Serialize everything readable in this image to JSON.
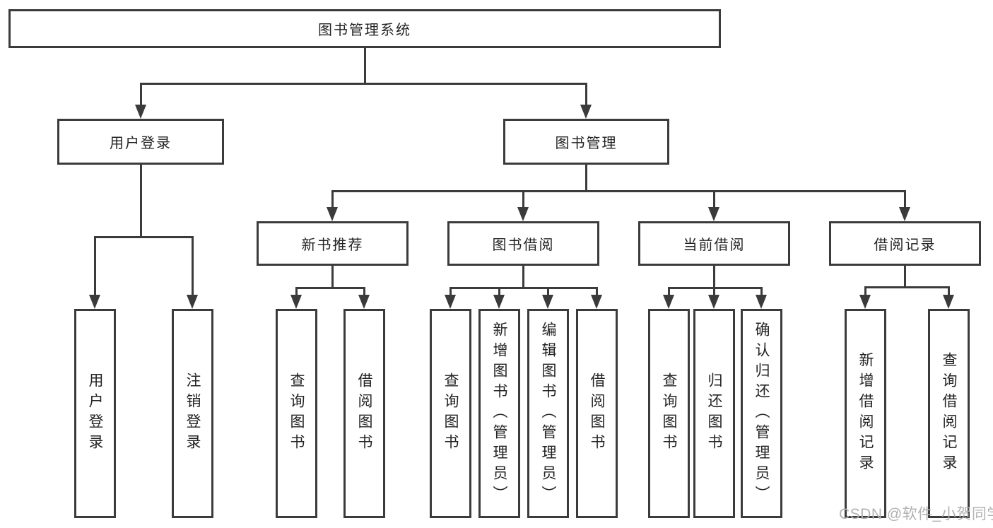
{
  "nodes": {
    "root": {
      "label": "图书管理系统"
    },
    "level2": [
      {
        "label": "用户登录"
      },
      {
        "label": "图书管理"
      }
    ],
    "level3": [
      {
        "label": "新书推荐"
      },
      {
        "label": "图书借阅"
      },
      {
        "label": "当前借阅"
      },
      {
        "label": "借阅记录"
      }
    ],
    "leaves": [
      {
        "label": "用户登录"
      },
      {
        "label": "注销登录"
      },
      {
        "label": "查询图书"
      },
      {
        "label": "借阅图书"
      },
      {
        "label": "查询图书"
      },
      {
        "label": "新增图书（管理员）"
      },
      {
        "label": "编辑图书（管理员）"
      },
      {
        "label": "借阅图书"
      },
      {
        "label": "查询图书"
      },
      {
        "label": "归还图书"
      },
      {
        "label": "确认归还（管理员）"
      },
      {
        "label": "新增借阅记录"
      },
      {
        "label": "查询借阅记录"
      }
    ]
  },
  "watermark": {
    "text": "CSDN @软件_小贺同学"
  },
  "colors": {
    "border": "#3b3b3b",
    "line": "#3b3b3b",
    "text": "#232323",
    "watermark": "#b3b1b1",
    "background": "#ffffff"
  }
}
